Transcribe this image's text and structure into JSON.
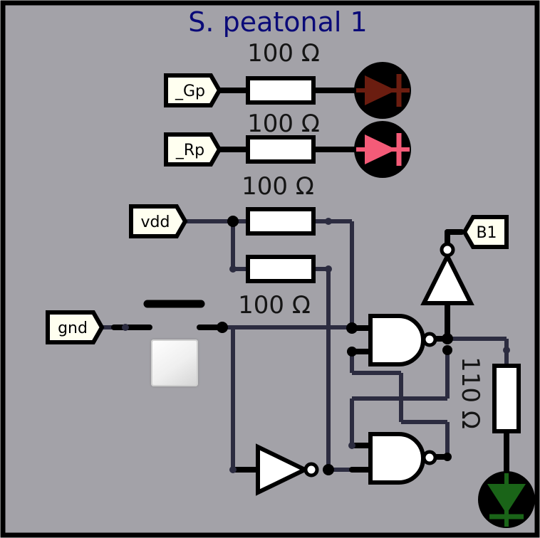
{
  "title": "S. peatonal 1",
  "colors": {
    "background": "#a3a2a8",
    "frame": "#000000",
    "title": "#0a0a78",
    "wire": "#2c2c40",
    "led_green_signal": "#6b1d10",
    "led_red_signal": "#f45b78",
    "led_output": "#1a6418"
  },
  "pins": {
    "gp": "_Gp",
    "rp": "_Rp",
    "vdd": "vdd",
    "gnd": "gnd",
    "b1": "B1"
  },
  "resistors": {
    "r1": "100 Ω",
    "r2": "100 Ω",
    "r3": "100 Ω",
    "r4": "100 Ω",
    "r5": "110 Ω"
  },
  "icons": {
    "led": "diode-led-icon",
    "gate_nand": "nand-gate-icon",
    "gate_not": "not-gate-icon",
    "push_button": "push-button-icon"
  }
}
